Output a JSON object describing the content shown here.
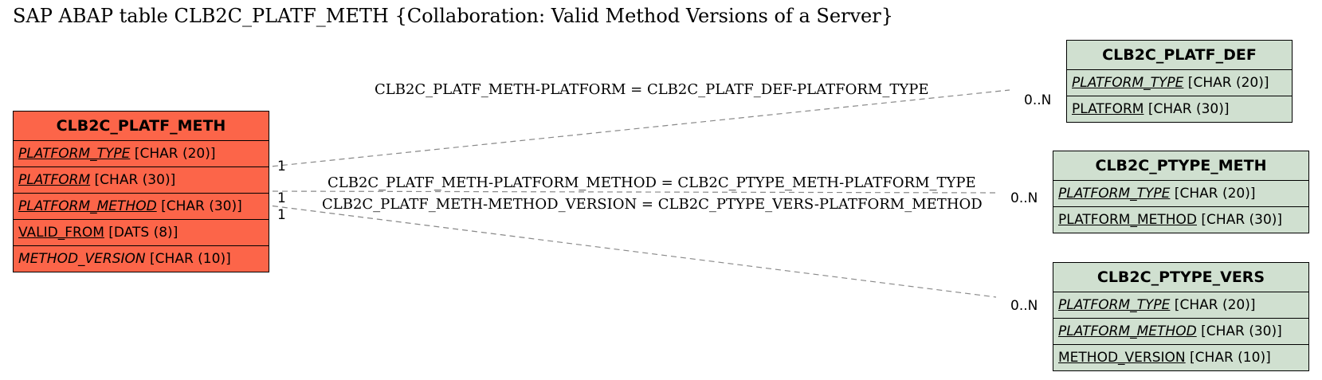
{
  "title": "SAP ABAP table CLB2C_PLATF_METH {Collaboration: Valid Method Versions of a Server}",
  "colors": {
    "main_entity": "#fc6549",
    "ref_entity": "#d0e0d0",
    "line": "#888888"
  },
  "entities": {
    "main": {
      "name": "CLB2C_PLATF_METH",
      "fields": [
        {
          "name": "PLATFORM_TYPE",
          "type": " [CHAR (20)]"
        },
        {
          "name": "PLATFORM",
          "type": " [CHAR (30)]"
        },
        {
          "name": "PLATFORM_METHOD",
          "type": " [CHAR (30)]"
        },
        {
          "name": "VALID_FROM",
          "type": " [DATS (8)]"
        },
        {
          "name": "METHOD_VERSION",
          "type": " [CHAR (10)]"
        }
      ]
    },
    "platf_def": {
      "name": "CLB2C_PLATF_DEF",
      "fields": [
        {
          "name": "PLATFORM_TYPE",
          "type": " [CHAR (20)]"
        },
        {
          "name": "PLATFORM",
          "type": " [CHAR (30)]"
        }
      ]
    },
    "ptype_meth": {
      "name": "CLB2C_PTYPE_METH",
      "fields": [
        {
          "name": "PLATFORM_TYPE",
          "type": " [CHAR (20)]"
        },
        {
          "name": "PLATFORM_METHOD",
          "type": " [CHAR (30)]"
        }
      ]
    },
    "ptype_vers": {
      "name": "CLB2C_PTYPE_VERS",
      "fields": [
        {
          "name": "PLATFORM_TYPE",
          "type": " [CHAR (20)]"
        },
        {
          "name": "PLATFORM_METHOD",
          "type": " [CHAR (30)]"
        },
        {
          "name": "METHOD_VERSION",
          "type": " [CHAR (10)]"
        }
      ]
    }
  },
  "relations": [
    {
      "label": "CLB2C_PLATF_METH-PLATFORM = CLB2C_PLATF_DEF-PLATFORM_TYPE",
      "from_card": "1",
      "to_card": "0..N"
    },
    {
      "label": "CLB2C_PLATF_METH-PLATFORM_METHOD = CLB2C_PTYPE_METH-PLATFORM_TYPE",
      "from_card": "1",
      "to_card": "0..N"
    },
    {
      "label": "CLB2C_PLATF_METH-METHOD_VERSION = CLB2C_PTYPE_VERS-PLATFORM_METHOD",
      "from_card": "1",
      "to_card": "0..N"
    }
  ]
}
